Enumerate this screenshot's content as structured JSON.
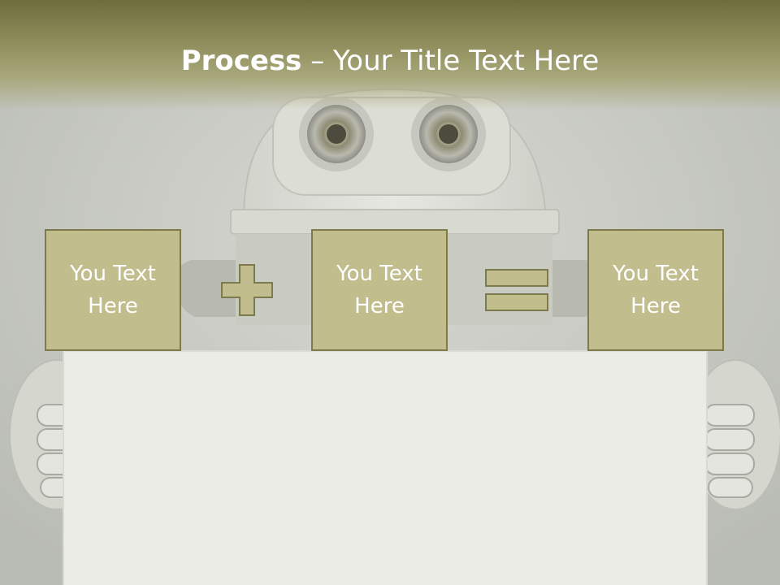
{
  "slide": {
    "title_bold": "Process",
    "title_rest": " – Your Title Text Here",
    "boxes": [
      {
        "text": "You Text Here"
      },
      {
        "text": "You Text Here"
      },
      {
        "text": "You Text Here"
      }
    ],
    "operators": [
      "plus-icon",
      "equals-icon"
    ]
  },
  "colors": {
    "title_bar": "#7b7947",
    "box_fill": "#c2bd8c",
    "box_border": "#7d7a4e",
    "text": "#ffffff"
  }
}
